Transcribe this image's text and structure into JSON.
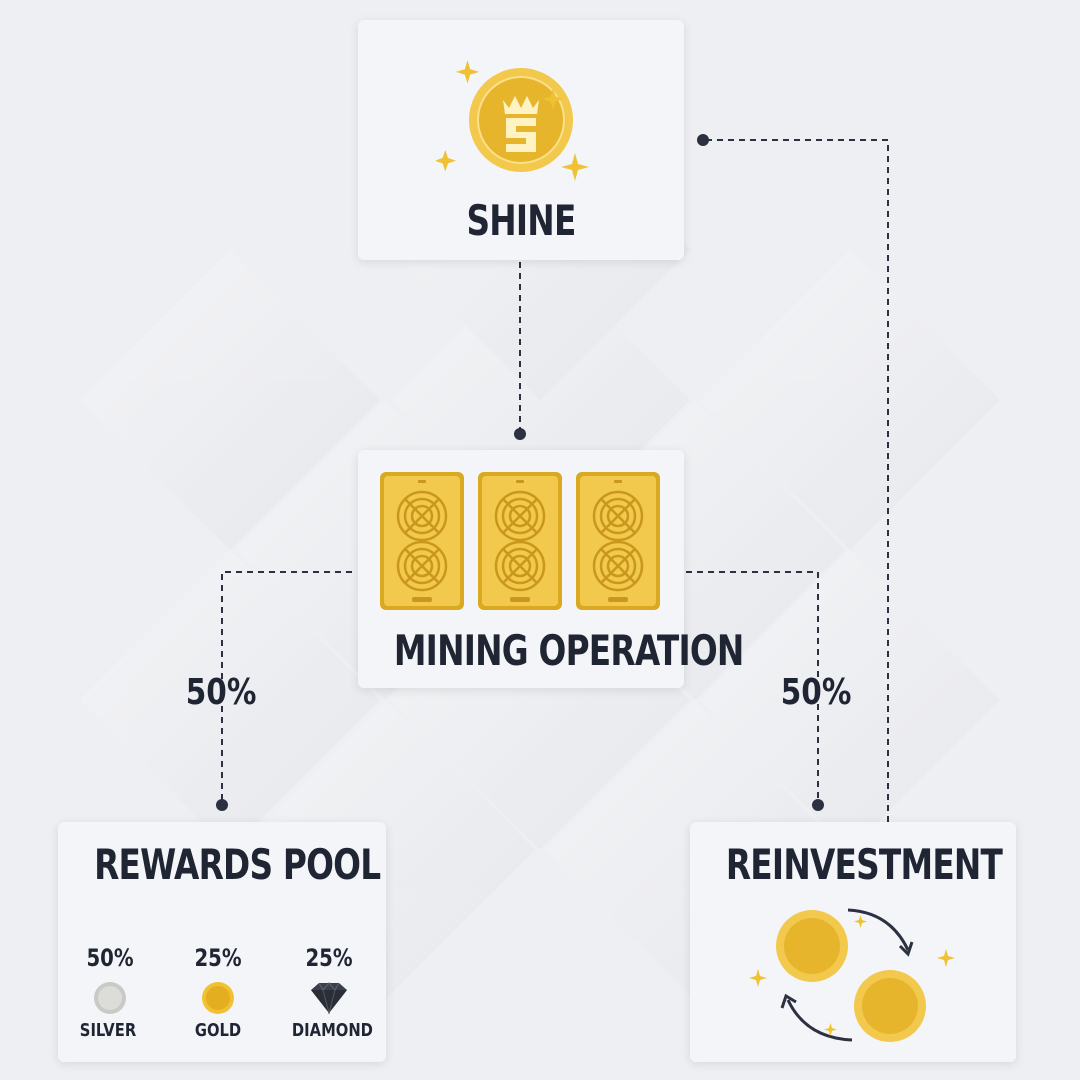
{
  "nodes": {
    "shine": {
      "title": "SHINE"
    },
    "mining": {
      "title": "MINING OPERATION"
    },
    "rewards": {
      "title": "REWARDS POOL"
    },
    "reinvest": {
      "title": "REINVESTMENT"
    }
  },
  "splits": {
    "left_pct": "50%",
    "right_pct": "50%"
  },
  "tiers": [
    {
      "pct": "50%",
      "label": "SILVER",
      "icon": "silver-coin-icon",
      "color": "#c9cac6"
    },
    {
      "pct": "25%",
      "label": "GOLD",
      "icon": "gold-coin-icon",
      "color": "#f0c132"
    },
    {
      "pct": "25%",
      "label": "DIAMOND",
      "icon": "diamond-icon",
      "color": "#3a3f4b"
    }
  ],
  "colors": {
    "text": "#1f2533",
    "gold": "#f0c132",
    "card": "#f4f5f8",
    "line": "#2b3140"
  }
}
